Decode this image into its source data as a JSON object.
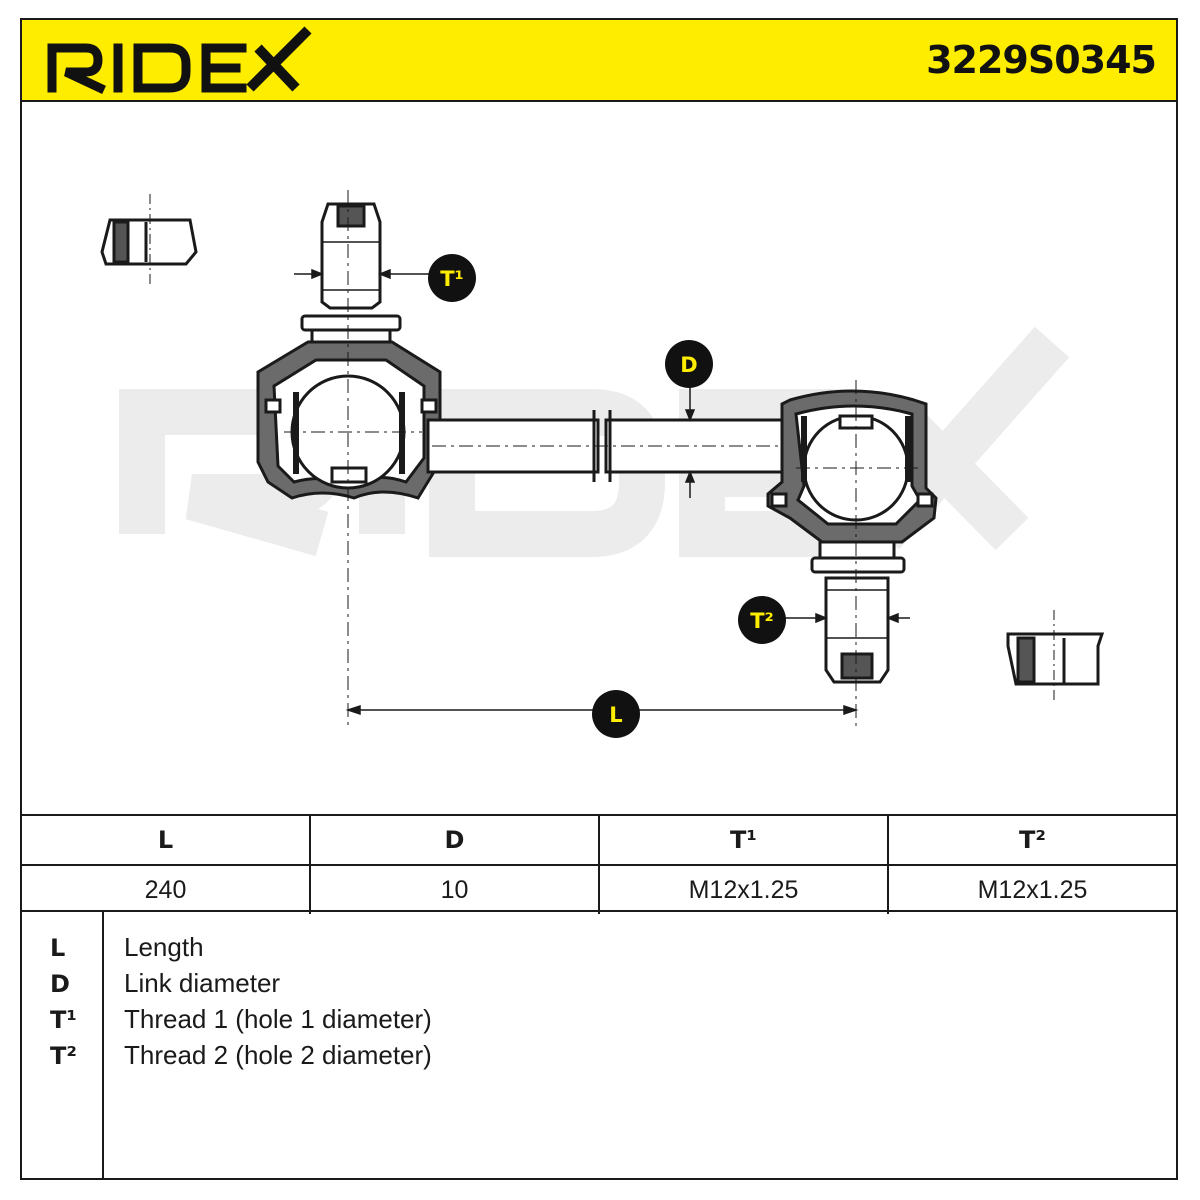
{
  "header": {
    "brand": "RIDEX",
    "part_number": "3229S0345",
    "accent_color": "#ffed00"
  },
  "drawing": {
    "watermark": "RIDEX",
    "callouts": {
      "t1": "T¹",
      "t2": "T²",
      "d": "D",
      "l": "L"
    }
  },
  "spec_table": {
    "columns": [
      "L",
      "D",
      "T¹",
      "T²"
    ],
    "values": [
      "240",
      "10",
      "M12x1.25",
      "M12x1.25"
    ]
  },
  "legend": [
    {
      "key": "L",
      "text": "Length"
    },
    {
      "key": "D",
      "text": "Link diameter"
    },
    {
      "key": "T¹",
      "text": "Thread 1 (hole 1 diameter)"
    },
    {
      "key": "T²",
      "text": "Thread 2 (hole 2 diameter)"
    }
  ]
}
